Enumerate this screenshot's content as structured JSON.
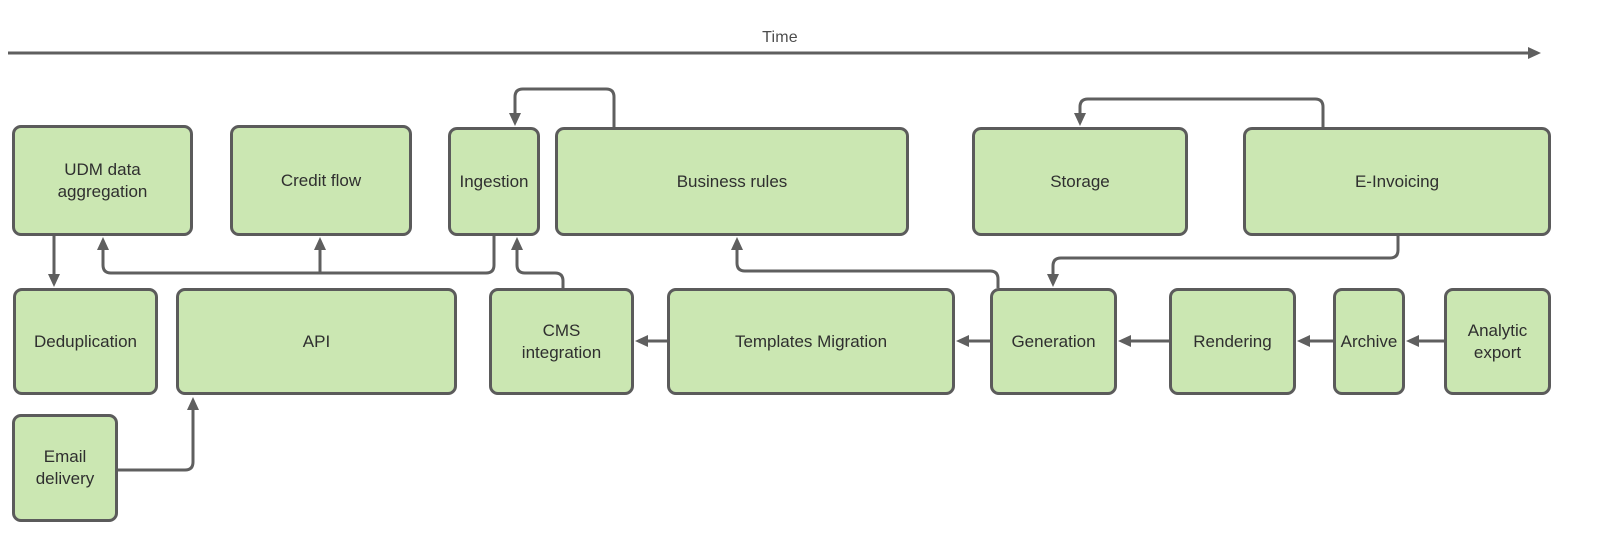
{
  "axis": {
    "label": "Time"
  },
  "colors": {
    "node_fill": "#cbe7b2",
    "node_border": "#5b5b5b",
    "node_text": "#2f2f2f",
    "edge": "#5f5f5f",
    "axis_text": "#4d4d4d",
    "canvas_bg": "#ffffff"
  },
  "nodes": {
    "udm": {
      "label": "UDM data aggregation"
    },
    "credit": {
      "label": "Credit flow"
    },
    "ingestion": {
      "label": "Ingestion"
    },
    "business": {
      "label": "Business rules"
    },
    "storage": {
      "label": "Storage"
    },
    "einvoicing": {
      "label": "E-Invoicing"
    },
    "dedup": {
      "label": "Deduplication"
    },
    "api": {
      "label": "API"
    },
    "cms": {
      "label": "CMS integration"
    },
    "templates": {
      "label": "Templates Migration"
    },
    "generation": {
      "label": "Generation"
    },
    "rendering": {
      "label": "Rendering"
    },
    "archive": {
      "label": "Archive"
    },
    "analytic": {
      "label": "Analytic export"
    },
    "email": {
      "label": "Email delivery"
    }
  },
  "edges": [
    {
      "from": "Business rules",
      "to": "Ingestion"
    },
    {
      "from": "E-Invoicing",
      "to": "Storage"
    },
    {
      "from": "UDM data aggregation",
      "to": "Deduplication"
    },
    {
      "from": "Ingestion",
      "to": "UDM data aggregation"
    },
    {
      "from": "Ingestion",
      "to": "Credit flow"
    },
    {
      "from": "CMS integration",
      "to": "Ingestion"
    },
    {
      "from": "Generation",
      "to": "Business rules"
    },
    {
      "from": "E-Invoicing",
      "to": "Generation"
    },
    {
      "from": "Templates Migration",
      "to": "CMS integration"
    },
    {
      "from": "Generation",
      "to": "Templates Migration"
    },
    {
      "from": "Rendering",
      "to": "Generation"
    },
    {
      "from": "Archive",
      "to": "Rendering"
    },
    {
      "from": "Analytic export",
      "to": "Archive"
    },
    {
      "from": "Email delivery",
      "to": "API"
    }
  ]
}
